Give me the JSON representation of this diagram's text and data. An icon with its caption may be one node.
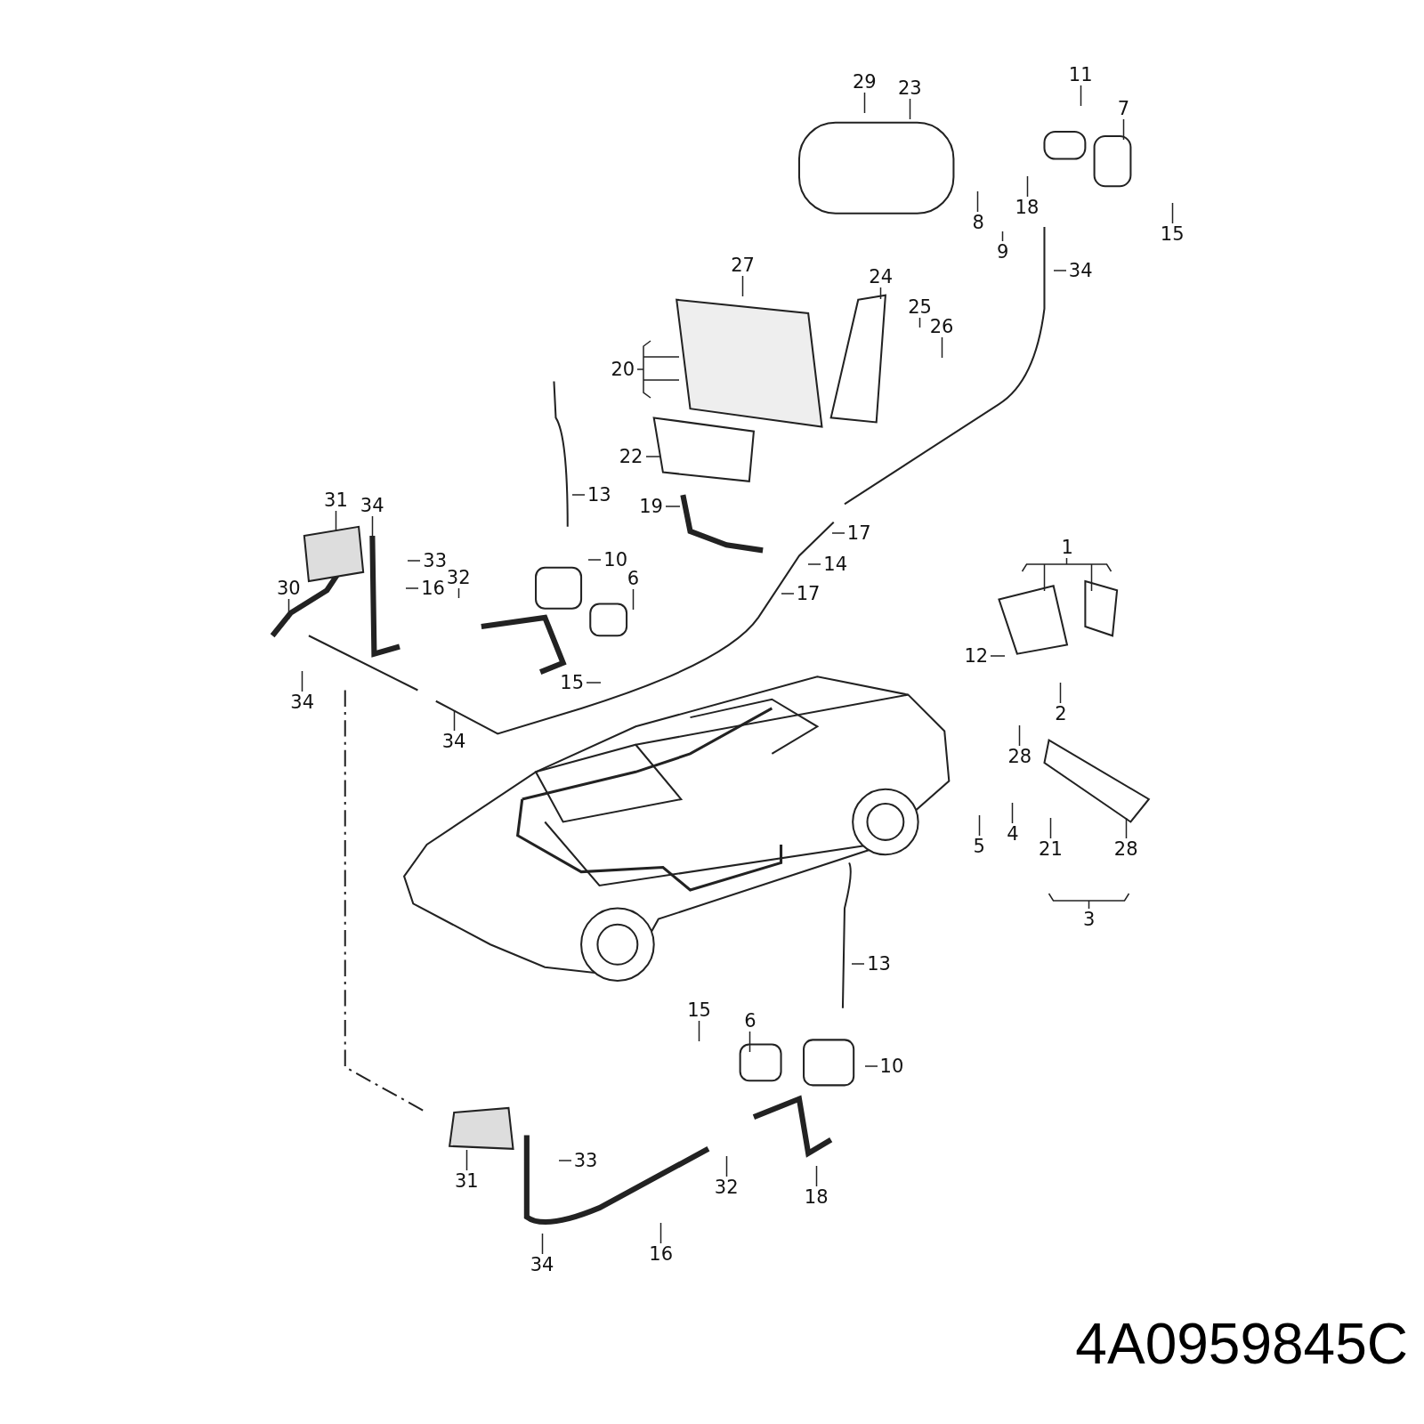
{
  "diagram": {
    "nodes": [
      {
        "text": [
          "29"
        ]
      },
      {
        "text": [
          "23"
        ]
      },
      {
        "text": [
          "11"
        ]
      },
      {
        "text": [
          "7"
        ]
      },
      {
        "text": [
          "18"
        ]
      },
      {
        "text": [
          "8"
        ]
      },
      {
        "text": [
          "15"
        ]
      },
      {
        "text": [
          "9"
        ]
      },
      {
        "text": [
          "34"
        ]
      },
      {
        "text": [
          "27"
        ]
      },
      {
        "text": [
          "24"
        ]
      },
      {
        "text": [
          "25"
        ]
      },
      {
        "text": [
          "26"
        ]
      },
      {
        "text": [
          "20"
        ]
      },
      {
        "text": [
          "22"
        ]
      },
      {
        "text": [
          "13"
        ]
      },
      {
        "text": [
          "19"
        ]
      },
      {
        "text": [
          "17"
        ]
      },
      {
        "text": [
          "31"
        ]
      },
      {
        "text": [
          "34"
        ]
      },
      {
        "text": [
          "33"
        ]
      },
      {
        "text": [
          "10"
        ]
      },
      {
        "text": [
          "14"
        ]
      },
      {
        "text": [
          "32"
        ]
      },
      {
        "text": [
          "16"
        ]
      },
      {
        "text": [
          "30"
        ]
      },
      {
        "text": [
          "6"
        ]
      },
      {
        "text": [
          "17"
        ]
      },
      {
        "text": [
          "1"
        ]
      },
      {
        "text": [
          "15"
        ]
      },
      {
        "text": [
          "12"
        ]
      },
      {
        "text": [
          "34"
        ]
      },
      {
        "text": [
          "2"
        ]
      },
      {
        "text": [
          "34"
        ]
      },
      {
        "text": [
          "28"
        ]
      },
      {
        "text": [
          "5"
        ]
      },
      {
        "text": [
          "4"
        ]
      },
      {
        "text": [
          "21"
        ]
      },
      {
        "text": [
          "28"
        ]
      },
      {
        "text": [
          "3"
        ]
      },
      {
        "text": [
          "13"
        ]
      },
      {
        "text": [
          "15"
        ]
      },
      {
        "text": [
          "6"
        ]
      },
      {
        "text": [
          "10"
        ]
      },
      {
        "text": [
          "33"
        ]
      },
      {
        "text": [
          "31"
        ]
      },
      {
        "text": [
          "32"
        ]
      },
      {
        "text": [
          "18"
        ]
      },
      {
        "text": [
          "16"
        ]
      },
      {
        "text": [
          "34"
        ]
      }
    ],
    "edges": [
      {
        "from": 0,
        "to": null,
        "arrow": "none"
      },
      {
        "from": 1,
        "to": null,
        "arrow": "none"
      },
      {
        "from": 2,
        "to": null,
        "arrow": "none"
      },
      {
        "from": 3,
        "to": null,
        "arrow": "none"
      },
      {
        "from": 4,
        "to": null,
        "arrow": "none"
      },
      {
        "from": 5,
        "to": null,
        "arrow": "none"
      },
      {
        "from": 6,
        "to": null,
        "arrow": "none"
      },
      {
        "from": 7,
        "to": null,
        "arrow": "none"
      },
      {
        "from": 8,
        "to": null,
        "arrow": "none"
      },
      {
        "from": 9,
        "to": null,
        "arrow": "none"
      },
      {
        "from": 10,
        "to": null,
        "arrow": "none"
      },
      {
        "from": 11,
        "to": null,
        "arrow": "none"
      },
      {
        "from": 12,
        "to": null,
        "arrow": "none"
      },
      {
        "from": 13,
        "to": null,
        "arrow": "none"
      },
      {
        "from": 14,
        "to": null,
        "arrow": "none"
      },
      {
        "from": 15,
        "to": null,
        "arrow": "none"
      },
      {
        "from": 16,
        "to": null,
        "arrow": "none"
      },
      {
        "from": 17,
        "to": null,
        "arrow": "none"
      },
      {
        "from": 18,
        "to": null,
        "arrow": "none"
      },
      {
        "from": 19,
        "to": null,
        "arrow": "none"
      },
      {
        "from": 20,
        "to": null,
        "arrow": "none"
      },
      {
        "from": 21,
        "to": null,
        "arrow": "none"
      },
      {
        "from": 22,
        "to": null,
        "arrow": "none"
      },
      {
        "from": 23,
        "to": null,
        "arrow": "none"
      },
      {
        "from": 24,
        "to": null,
        "arrow": "none"
      },
      {
        "from": 25,
        "to": null,
        "arrow": "none"
      },
      {
        "from": 26,
        "to": null,
        "arrow": "none"
      },
      {
        "from": 27,
        "to": null,
        "arrow": "none"
      },
      {
        "from": 28,
        "to": null,
        "arrow": "none"
      },
      {
        "from": 29,
        "to": null,
        "arrow": "none"
      },
      {
        "from": 30,
        "to": null,
        "arrow": "none"
      },
      {
        "from": 31,
        "to": null,
        "arrow": "none"
      },
      {
        "from": 32,
        "to": null,
        "arrow": "none"
      },
      {
        "from": 33,
        "to": null,
        "arrow": "none"
      },
      {
        "from": 34,
        "to": null,
        "arrow": "none"
      },
      {
        "from": 35,
        "to": null,
        "arrow": "none"
      },
      {
        "from": 36,
        "to": null,
        "arrow": "none"
      },
      {
        "from": 37,
        "to": null,
        "arrow": "none"
      },
      {
        "from": 38,
        "to": null,
        "arrow": "none"
      },
      {
        "from": 39,
        "to": null,
        "arrow": "none"
      },
      {
        "from": 40,
        "to": null,
        "arrow": "none"
      },
      {
        "from": 41,
        "to": null,
        "arrow": "none"
      },
      {
        "from": 42,
        "to": null,
        "arrow": "none"
      },
      {
        "from": 43,
        "to": null,
        "arrow": "none"
      },
      {
        "from": 44,
        "to": null,
        "arrow": "none"
      },
      {
        "from": 45,
        "to": null,
        "arrow": "none"
      },
      {
        "from": 46,
        "to": null,
        "arrow": "none"
      },
      {
        "from": 47,
        "to": null,
        "arrow": "none"
      },
      {
        "from": 48,
        "to": null,
        "arrow": "none"
      },
      {
        "from": 49,
        "to": null,
        "arrow": "none"
      }
    ],
    "labels": [
      "4A0959845C"
    ]
  }
}
